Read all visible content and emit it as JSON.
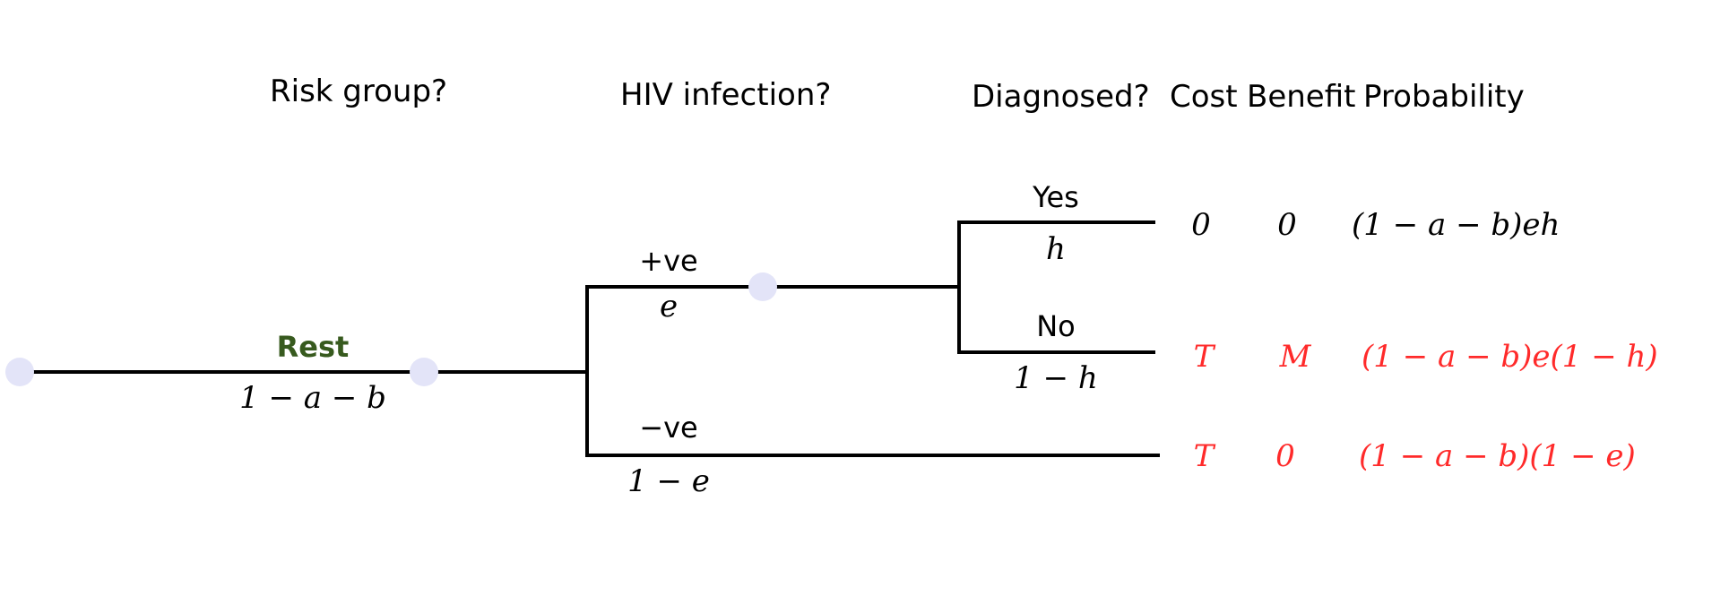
{
  "colors": {
    "line": "#000000",
    "node": "#e3e4f8",
    "rest_label": "#375a1e",
    "highlight": "#ff2a2a"
  },
  "headers": {
    "risk_group": "Risk group?",
    "hiv_infection": "HIV infection?",
    "diagnosed": "Diagnosed?",
    "cost": "Cost",
    "benefit": "Benefit",
    "probability": "Probability"
  },
  "branches": {
    "rest": {
      "label": "Rest",
      "prob": "1 − a − b"
    },
    "positive": {
      "label": "+ve",
      "prob": "e"
    },
    "negative": {
      "label": "−ve",
      "prob": "1 − e"
    },
    "yes": {
      "label": "Yes",
      "prob": "h"
    },
    "no": {
      "label": "No",
      "prob": "1 − h"
    }
  },
  "outcomes": [
    {
      "cost": "0",
      "benefit": "0",
      "probability": "(1 − a − b)eh",
      "highlight": false
    },
    {
      "cost": "T",
      "benefit": "M",
      "probability": "(1 − a − b)e(1 − h)",
      "highlight": true
    },
    {
      "cost": "T",
      "benefit": "0",
      "probability": "(1 − a − b)(1 − e)",
      "highlight": true
    }
  ]
}
